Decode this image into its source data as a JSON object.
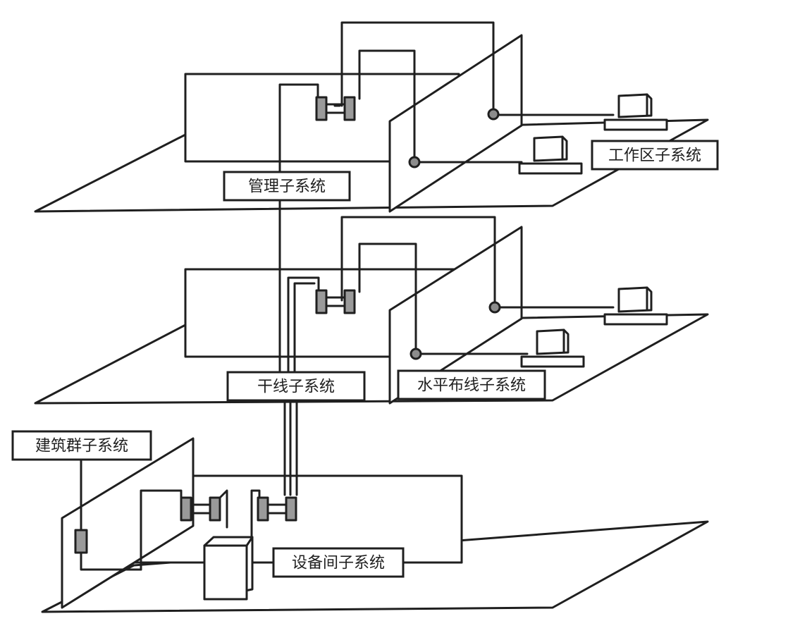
{
  "colors": {
    "background": "#ffffff",
    "line": "#1f1f1f",
    "module_fill": "#9a9a9a",
    "node_fill": "#8c8c8c"
  },
  "labels": {
    "management": "管理子系统",
    "work_area": "工作区子系统",
    "backbone": "干线子系统",
    "horizontal": "水平布线子系统",
    "campus": "建筑群子系统",
    "equipment_room": "设备间子系统"
  }
}
